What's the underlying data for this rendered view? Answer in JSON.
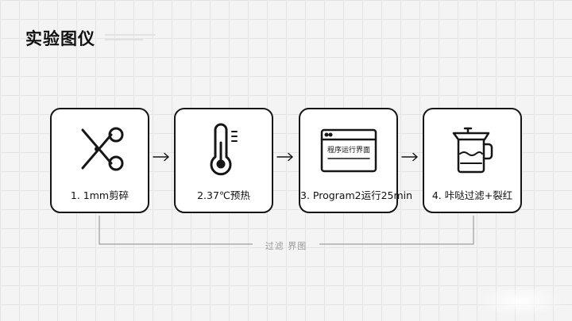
{
  "title": "实验图仪",
  "steps": [
    {
      "label": "1. 1mm剪碎",
      "icon": "scissors-icon"
    },
    {
      "label": "2.37℃预热",
      "icon": "thermometer-icon"
    },
    {
      "label": "3. Program2运行25min",
      "icon": "program-window-icon",
      "screen_text": "程序运行界面"
    },
    {
      "label": "4. 咔哒过滤+裂红",
      "icon": "filter-beaker-icon"
    }
  ],
  "bracket_label": "过滤 界图",
  "colors": {
    "stroke": "#161616",
    "background": "#f4f4f4",
    "muted": "#9a9a9a"
  }
}
